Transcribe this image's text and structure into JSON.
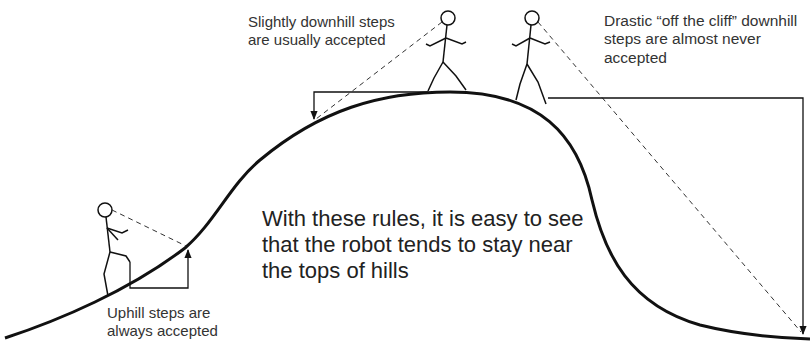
{
  "diagram": {
    "labels": [
      "Slightly downhill steps are usually accepted",
      "Drastic “off the cliff” downhill steps are almost never accepted",
      "With these rules, it is easy to see that the robot tends to stay near the tops of hills",
      "Uphill steps are always accepted"
    ]
  }
}
